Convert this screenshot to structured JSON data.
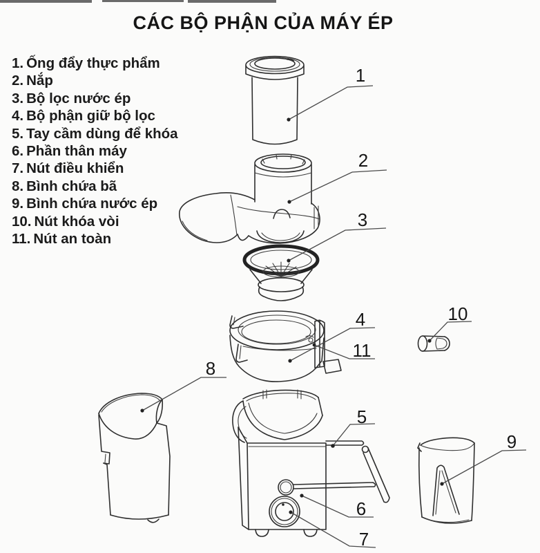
{
  "title": "CÁC BỘ PHẬN CỦA MÁY ÉP",
  "parts": [
    {
      "num": "1.",
      "label": "Ống đẩy thực phẩm"
    },
    {
      "num": "2.",
      "label": "Nắp"
    },
    {
      "num": "3.",
      "label": "Bộ lọc nước ép"
    },
    {
      "num": "4.",
      "label": "Bộ phận giữ bộ lọc"
    },
    {
      "num": "5.",
      "label": "Tay cầm dùng để khóa"
    },
    {
      "num": "6.",
      "label": "Phần thân máy"
    },
    {
      "num": "7.",
      "label": "Nút điều khiển"
    },
    {
      "num": "8.",
      "label": "Bình chứa bã"
    },
    {
      "num": "9.",
      "label": "Bình chứa nước ép"
    },
    {
      "num": "10.",
      "label": "Nút khóa vòi"
    },
    {
      "num": "11.",
      "label": "Nút an toàn"
    }
  ],
  "callouts": {
    "c1": "1",
    "c2": "2",
    "c3": "3",
    "c4": "4",
    "c5": "5",
    "c6": "6",
    "c7": "7",
    "c8": "8",
    "c9": "9",
    "c10": "10",
    "c11": "11"
  },
  "colors": {
    "ink": "#1a1a1a",
    "line_art": "#2e2e2e",
    "leader": "#4a4a4a",
    "background": "#fbfbfa"
  }
}
